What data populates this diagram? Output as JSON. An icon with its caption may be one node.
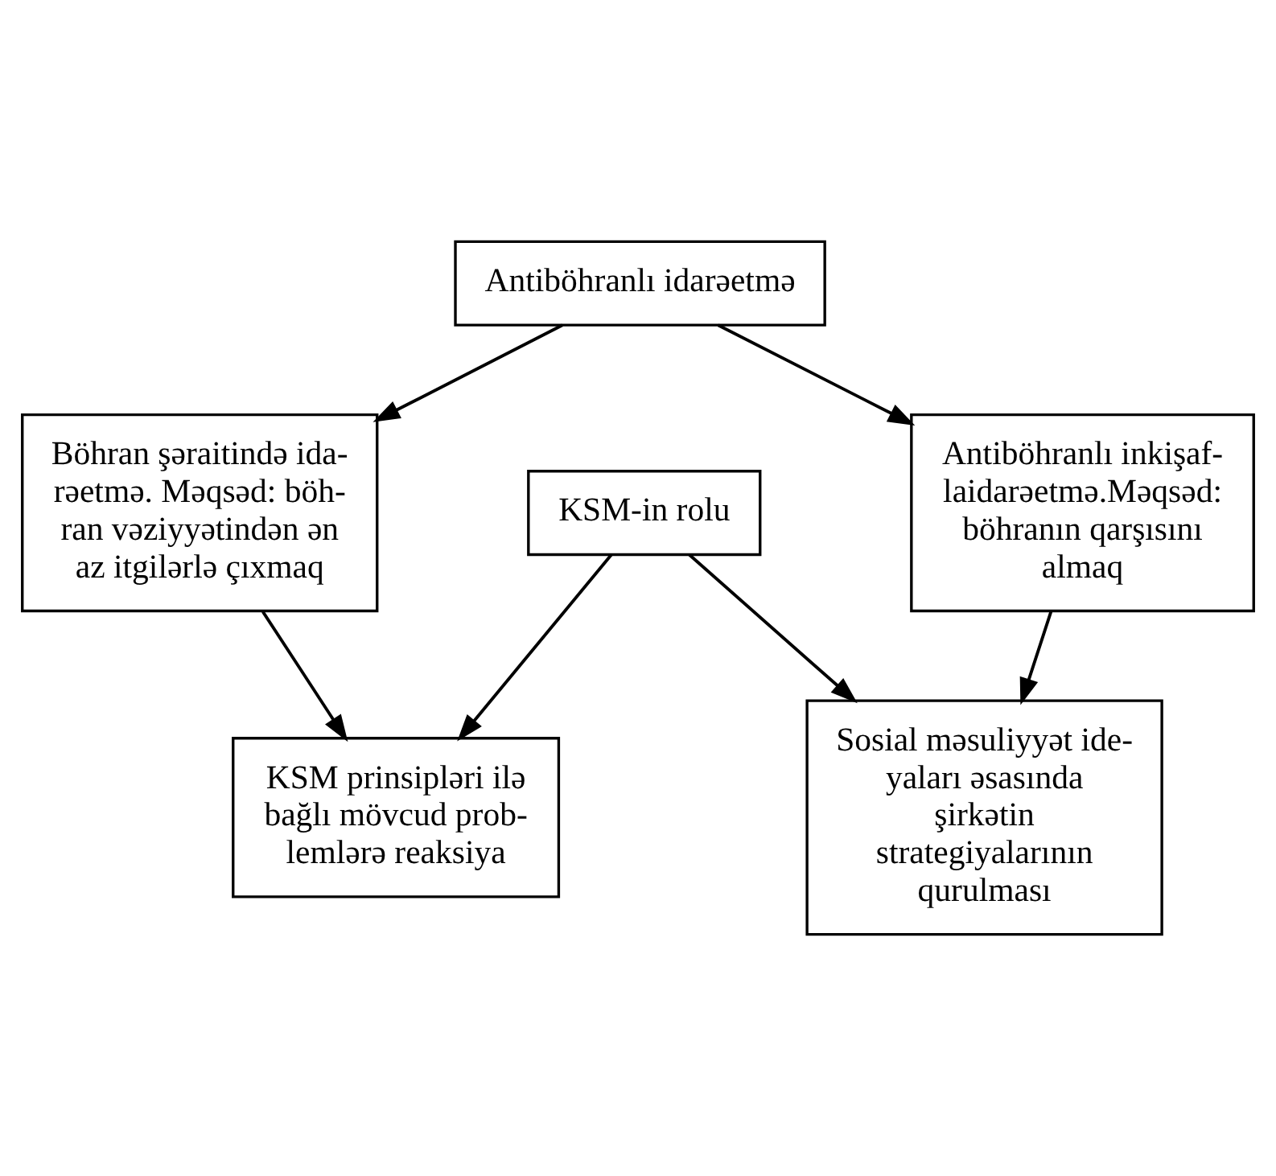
{
  "diagram": {
    "nodes": [
      {
        "text": [
          "Antiböhranlı idarəetmə"
        ]
      },
      {
        "text": [
          "Böhran şəraitində ida- rəetmə. Məqsəd: böh- ran vəziyyətindən ən az itgilərlə çıxmaq"
        ]
      },
      {
        "text": [
          "Antiböhranlı inkişaf- laidarəetmə.Məqsəd: böhranın qarşısını almaq"
        ]
      },
      {
        "text": [
          "KSM-in rolu"
        ]
      },
      {
        "text": [
          "KSM prinsipləri ilə bağlı mövcud prob- lemlərə reaksiya"
        ]
      },
      {
        "text": [
          "Sosial məsuliyyət ide- yaları əsasında şirkətin strategiyalarının qurulması"
        ]
      }
    ],
    "edges": [
      {
        "from": 0,
        "to": 1,
        "arrow": "to"
      },
      {
        "from": 0,
        "to": 2,
        "arrow": "to"
      },
      {
        "from": 1,
        "to": 4,
        "arrow": "to"
      },
      {
        "from": 2,
        "to": 5,
        "arrow": "to"
      },
      {
        "from": 3,
        "to": 4,
        "arrow": "to"
      },
      {
        "from": 3,
        "to": 5,
        "arrow": "to"
      }
    ]
  }
}
